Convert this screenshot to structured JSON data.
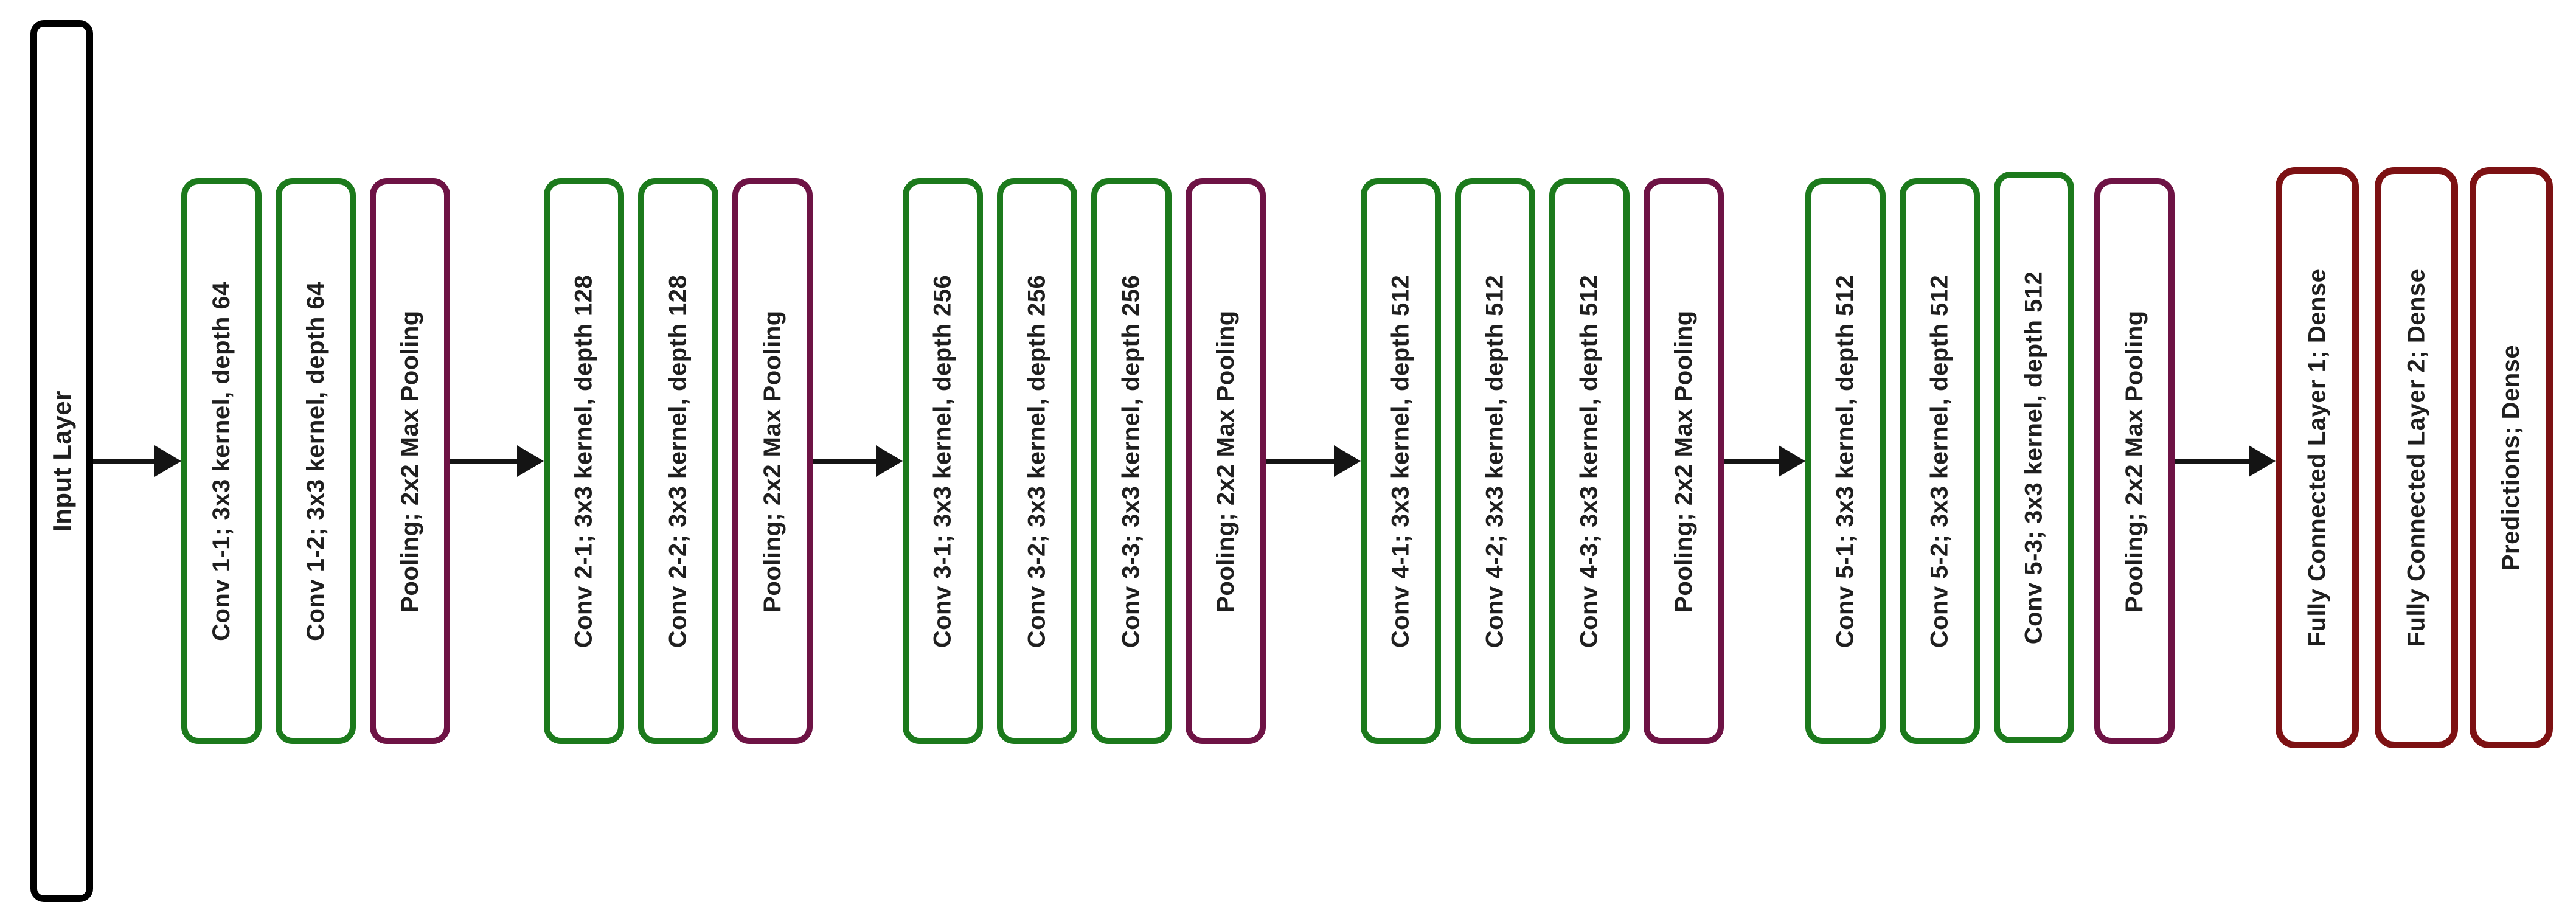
{
  "diagram": {
    "input_layer": {
      "label": "Input Layer"
    },
    "blocks": [
      {
        "name": "block-1",
        "boxes": [
          {
            "type": "conv",
            "label": "Conv 1-1; 3x3 kernel, depth 64"
          },
          {
            "type": "conv",
            "label": "Conv 1-2; 3x3 kernel, depth 64"
          },
          {
            "type": "pool",
            "label": "Pooling; 2x2 Max Pooling"
          }
        ]
      },
      {
        "name": "block-2",
        "boxes": [
          {
            "type": "conv",
            "label": "Conv 2-1; 3x3 kernel, depth 128"
          },
          {
            "type": "conv",
            "label": "Conv 2-2; 3x3 kernel, depth 128"
          },
          {
            "type": "pool",
            "label": "Pooling; 2x2 Max Pooling"
          }
        ]
      },
      {
        "name": "block-3",
        "boxes": [
          {
            "type": "conv",
            "label": "Conv 3-1; 3x3 kernel, depth 256"
          },
          {
            "type": "conv",
            "label": "Conv 3-2; 3x3 kernel, depth 256"
          },
          {
            "type": "conv",
            "label": "Conv 3-3; 3x3 kernel, depth 256"
          },
          {
            "type": "pool",
            "label": "Pooling; 2x2 Max Pooling"
          }
        ]
      },
      {
        "name": "block-4",
        "boxes": [
          {
            "type": "conv",
            "label": "Conv 4-1; 3x3 kernel, depth 512"
          },
          {
            "type": "conv",
            "label": "Conv 4-2; 3x3 kernel, depth 512"
          },
          {
            "type": "conv",
            "label": "Conv 4-3; 3x3 kernel, depth 512"
          },
          {
            "type": "pool",
            "label": "Pooling; 2x2 Max Pooling"
          }
        ]
      },
      {
        "name": "block-5",
        "boxes": [
          {
            "type": "conv",
            "label": "Conv 5-1; 3x3 kernel, depth 512"
          },
          {
            "type": "conv",
            "label": "Conv 5-2; 3x3 kernel, depth 512"
          },
          {
            "type": "conv",
            "label": "Conv 5-3; 3x3 kernel, depth 512"
          },
          {
            "type": "pool",
            "label": "Pooling; 2x2 Max Pooling"
          }
        ]
      },
      {
        "name": "classifier-head",
        "boxes": [
          {
            "type": "dense",
            "label": "Fully Connected Layer 1; Dense"
          },
          {
            "type": "dense",
            "label": "Fully Connected Layer 2; Dense"
          },
          {
            "type": "dense",
            "label": "Predictions; Dense"
          }
        ]
      }
    ],
    "colors": {
      "conv_border": "#1c7a1c",
      "pool_border": "#6e1345",
      "dense_border": "#7d1113",
      "input_border": "#000000",
      "arrow": "#141414",
      "label_text": "#1f1f1f",
      "background": "#ffffff",
      "box_fill": "#ffffff"
    }
  }
}
